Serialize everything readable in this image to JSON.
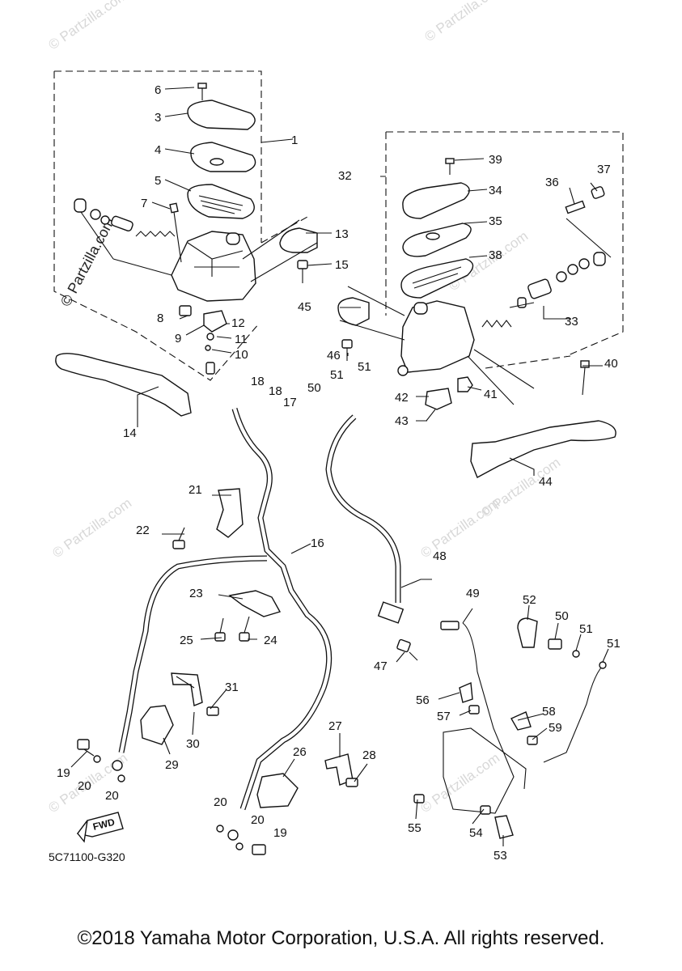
{
  "watermark": "© Partzilla.com",
  "diagram_code": "5C71100-G320",
  "fwd_label": "FWD",
  "copyright": "©2018 Yamaha Motor Corporation, U.S.A. All rights reserved.",
  "callouts": {
    "c1": "1",
    "c3": "3",
    "c4": "4",
    "c5": "5",
    "c6": "6",
    "c7": "7",
    "c8": "8",
    "c9": "9",
    "c10": "10",
    "c11": "11",
    "c12": "12",
    "c13": "13",
    "c14": "14",
    "c15": "15",
    "c16": "16",
    "c17": "17",
    "c18a": "18",
    "c18b": "18",
    "c19a": "19",
    "c19b": "19",
    "c20a": "20",
    "c20b": "20",
    "c20c": "20",
    "c20d": "20",
    "c21": "21",
    "c22": "22",
    "c23": "23",
    "c24": "24",
    "c25": "25",
    "c26": "26",
    "c27": "27",
    "c28": "28",
    "c29": "29",
    "c30": "30",
    "c31": "31",
    "c32": "32",
    "c33": "33",
    "c34": "34",
    "c35": "35",
    "c36": "36",
    "c37": "37",
    "c38": "38",
    "c39": "39",
    "c40": "40",
    "c41": "41",
    "c42": "42",
    "c43": "43",
    "c44": "44",
    "c45": "45",
    "c46": "46",
    "c47": "47",
    "c48": "48",
    "c49": "49",
    "c50a": "50",
    "c50b": "50",
    "c51a": "51",
    "c51b": "51",
    "c51c": "51",
    "c51d": "51",
    "c52": "52",
    "c53": "53",
    "c54": "54",
    "c55": "55",
    "c56": "56",
    "c57": "57",
    "c58": "58",
    "c59": "59"
  }
}
